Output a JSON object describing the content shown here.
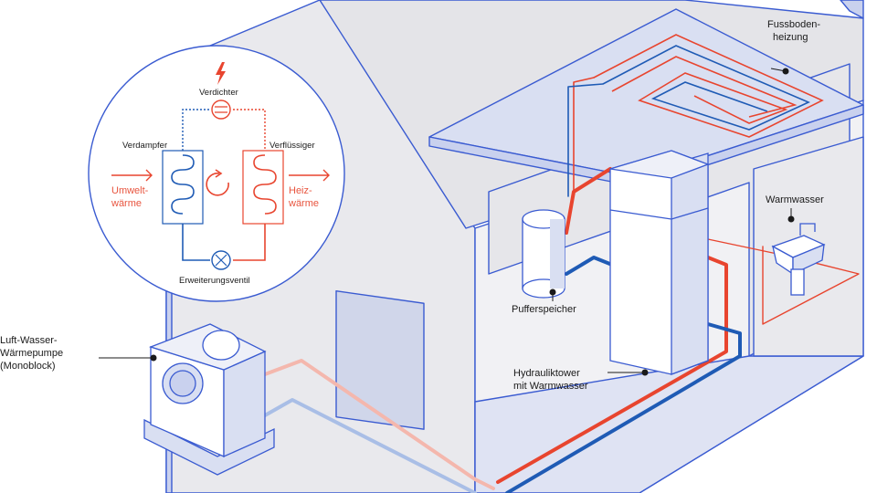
{
  "cycle": {
    "compressor": "Verdichter",
    "evaporator": "Verdampfer",
    "condenser": "Verflüssiger",
    "valve": "Erweiterungsventil",
    "ambient_heat": [
      "Umwelt-",
      "wärme"
    ],
    "heating_heat": [
      "Heiz-",
      "wärme"
    ]
  },
  "callouts": {
    "floor_heating": [
      "Fussboden-",
      "heizung"
    ],
    "hot_water": "Warmwasser",
    "buffer": "Pufferspeicher",
    "tower": [
      "Hydrauliktower",
      "mit Warmwasser"
    ],
    "heat_pump": [
      "Luft-Wasser-",
      "Wärmepumpe",
      "(Monoblock)"
    ]
  },
  "colors": {
    "outline": "#3a5bd1",
    "wall": "#e8e8ec",
    "wall_dark": "#c8d2ef",
    "supply": "#e8452f",
    "return": "#1f5bb5",
    "cold": "#1f5bb5"
  }
}
